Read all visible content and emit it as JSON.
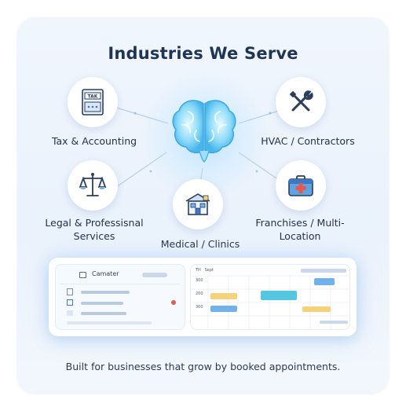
{
  "title": "Industries We Serve",
  "industries": [
    {
      "label": "Tax & Accounting",
      "icon": "tax-document-icon"
    },
    {
      "label": "HVAC / Contractors",
      "icon": "wrench-screwdriver-icon"
    },
    {
      "label_line1": "Legal & Professisnal",
      "label_line2": "Services",
      "icon": "scales-icon"
    },
    {
      "label": "Medical / Clinics",
      "icon": "clinic-building-icon"
    },
    {
      "label_line1": "Franchises / Multi-",
      "label_line2": "Location",
      "icon": "medical-kit-icon"
    }
  ],
  "tax_icon_text": "TAK",
  "mockup": {
    "left_title": "Camater",
    "right_header": "TH   Sept",
    "time_labels": [
      "300",
      "200",
      "300"
    ]
  },
  "footer": "Built for businesses that grow by booked appointments.",
  "colors": {
    "title": "#1f3554",
    "accent_blue": "#3d78c4",
    "event_blue": "#6fb2ec",
    "event_yellow": "#f6d27a",
    "event_teal": "#55c6e0",
    "alert_red": "#e5584f"
  }
}
